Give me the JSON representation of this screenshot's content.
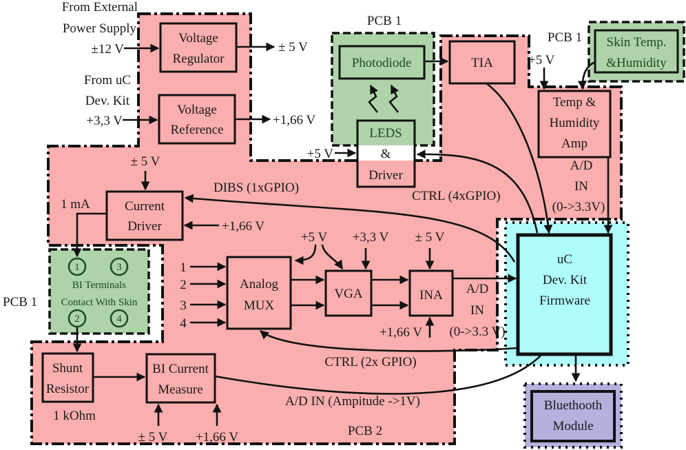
{
  "colors": {
    "pcb2_fill": "#fbaeae",
    "pcb1_fill": "#aed3a9",
    "uc_fill": "#aefcfc",
    "bluetooth_fill": "#b3b1dd",
    "line": "#111111",
    "pcb1_text": "#1d4a1d"
  },
  "region_labels": {
    "pcb1_top": "PCB 1",
    "pcb1_right": "PCB 1",
    "pcb1_left": "PCB 1",
    "pcb2": "PCB 2"
  },
  "external_labels": {
    "ext_supply_line1": "From External",
    "ext_supply_line2": "Power Supply",
    "ext_supply_voltage": "±12 V",
    "uc_supply_line1": "From uC",
    "uc_supply_line2": "Dev. Kit",
    "uc_supply_voltage": "+3,3 V"
  },
  "blocks": {
    "voltage_regulator": [
      "Voltage",
      "Regulator"
    ],
    "voltage_reference": [
      "Voltage",
      "Reference"
    ],
    "photodiode": [
      "Photodiode"
    ],
    "leds_driver": [
      "LEDS",
      "&",
      "Driver"
    ],
    "tia": [
      "TIA"
    ],
    "skin_sensor": [
      "Skin Temp.",
      "&Humidity"
    ],
    "temp_humidity_amp": [
      "Temp &",
      "Humidity",
      "Amp"
    ],
    "current_driver": [
      "Current",
      "Driver"
    ],
    "bi_terminals": [
      "BI Terminals",
      "Contact With Skin"
    ],
    "analog_mux": [
      "Analog",
      "MUX"
    ],
    "vga": [
      "VGA"
    ],
    "ina": [
      "INA"
    ],
    "uc": [
      "uC",
      "Dev. Kit",
      "Firmware"
    ],
    "bluetooth": [
      "Bluethooth",
      "Module"
    ],
    "shunt_resistor": [
      "Shunt",
      "Resistor"
    ],
    "bi_current_measure": [
      "BI Current",
      "Measure"
    ]
  },
  "terminals": [
    "1",
    "2",
    "3",
    "4"
  ],
  "signal_labels": {
    "reg_out": "± 5 V",
    "ref_out": "+1,66 V",
    "leds_supply": "+5 V",
    "temp_supply": "+5 V",
    "driver_supply": "± 5 V",
    "driver_ref": "+1,66 V",
    "driver_current": "1 mA",
    "dibs": "DIBS (1xGPIO)",
    "ctrl4": "CTRL (4xGPIO)",
    "temp_ad": [
      "A/D",
      "IN",
      "(0->3.3V)"
    ],
    "mux_vga_supply": "+5 V",
    "vga_supply": "+3,3 V",
    "ina_supply": "± 5 V",
    "ina_ref": "+1,66 V",
    "ina_ad": [
      "A/D",
      "IN",
      "(0->3.3 V)"
    ],
    "ctrl2": "CTRL (2x GPIO)",
    "bi_ad": "A/D IN (Ampitude ->1V)",
    "shunt_value": "1 kOhm",
    "bi_supply": "± 5 V",
    "bi_ref": "+1,66 V"
  },
  "mux_inputs": [
    "1",
    "2",
    "3",
    "4"
  ]
}
